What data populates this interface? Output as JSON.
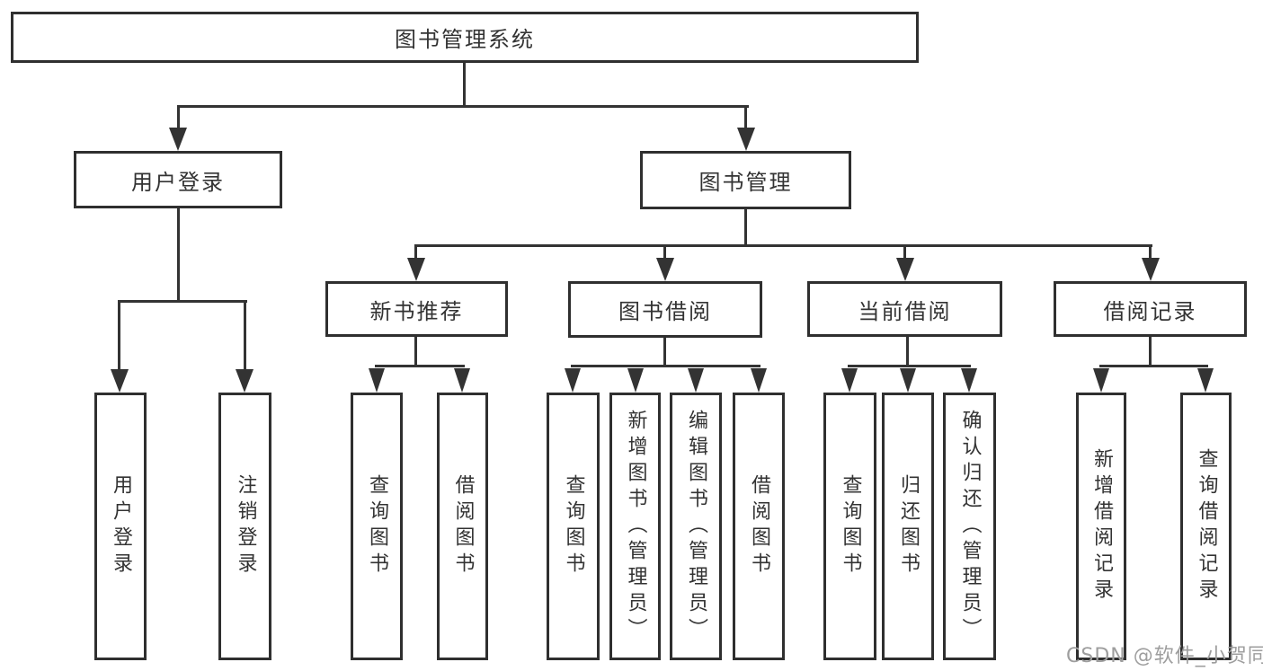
{
  "tree": {
    "root": {
      "label": "图书管理系统"
    },
    "level2": [
      {
        "label": "用户登录"
      },
      {
        "label": "图书管理"
      }
    ],
    "level3": [
      {
        "label": "新书推荐"
      },
      {
        "label": "图书借阅"
      },
      {
        "label": "当前借阅"
      },
      {
        "label": "借阅记录"
      }
    ],
    "leaves_user": [
      {
        "label": "用户登录"
      },
      {
        "label": "注销登录"
      }
    ],
    "leaves_newbook": [
      {
        "label": "查询图书"
      },
      {
        "label": "借阅图书"
      }
    ],
    "leaves_borrow": [
      {
        "label": "查询图书"
      },
      {
        "label": "新增图书（管理员）"
      },
      {
        "label": "编辑图书（管理员）"
      },
      {
        "label": "借阅图书"
      }
    ],
    "leaves_current": [
      {
        "label": "查询图书"
      },
      {
        "label": "归还图书"
      },
      {
        "label": "确认归还（管理员）"
      }
    ],
    "leaves_records": [
      {
        "label": "新增借阅记录"
      },
      {
        "label": "查询借阅记录"
      }
    ]
  },
  "watermark": {
    "text": "CSDN @软件_小贺同学"
  },
  "colors": {
    "line": "#333333",
    "box_border": "#2f2f2f",
    "text": "#333333",
    "watermark": "#9e9e9e",
    "background": "#ffffff"
  }
}
